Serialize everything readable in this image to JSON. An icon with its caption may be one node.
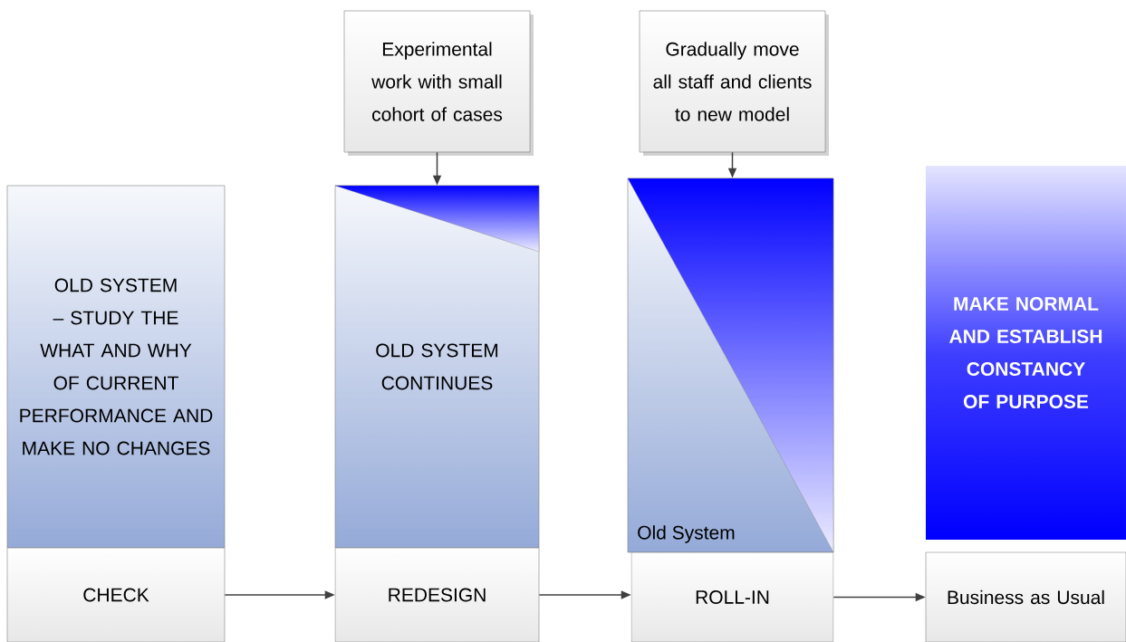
{
  "diagram": {
    "nodes": [
      {
        "text": [
          "OLD SYSTEM – STUDY THE WHAT AND WHY OF CURRENT PERFORMANCE AND MAKE NO CHANGES"
        ]
      },
      {
        "text": [
          "CHECK"
        ]
      },
      {
        "text": [
          "Experimental work with small cohort of cases"
        ]
      },
      {
        "text": [
          "OLD SYSTEM CONTINUES"
        ]
      },
      {
        "text": [
          "REDESIGN"
        ]
      },
      {
        "text": [
          "Gradually move all staff and clients to new model"
        ]
      },
      {
        "text": [
          "Old System"
        ]
      },
      {
        "text": [
          "ROLL-IN"
        ]
      },
      {
        "text": [
          "MAKE NORMAL AND ESTABLISH CONSTANCY OF PURPOSE"
        ]
      },
      {
        "text": [
          "Business as Usual"
        ]
      }
    ],
    "edges": [
      {
        "from": 1,
        "to": 4,
        "arrow": "to"
      },
      {
        "from": 4,
        "to": 7,
        "arrow": "to"
      },
      {
        "from": 7,
        "to": 9,
        "arrow": "to"
      },
      {
        "from": 2,
        "to": 3,
        "arrow": "to"
      },
      {
        "from": 5,
        "to": 6,
        "arrow": "to"
      }
    ]
  }
}
